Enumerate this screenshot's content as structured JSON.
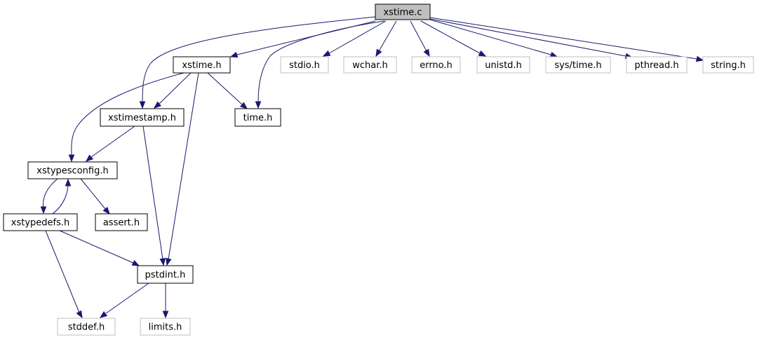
{
  "diagram": {
    "colors": {
      "edge": "#191970",
      "root_fill": "#bfbfbf",
      "documented_border": "#000000",
      "undocumented_border": "#bfbfbf",
      "text": "#000000"
    },
    "nodes": [
      {
        "id": "xstime_c",
        "label": "xstime.c",
        "style": "root"
      },
      {
        "id": "xstime_h",
        "label": "xstime.h",
        "style": "documented"
      },
      {
        "id": "stdio_h",
        "label": "stdio.h",
        "style": "undocumented"
      },
      {
        "id": "wchar_h",
        "label": "wchar.h",
        "style": "undocumented"
      },
      {
        "id": "errno_h",
        "label": "errno.h",
        "style": "undocumented"
      },
      {
        "id": "unistd_h",
        "label": "unistd.h",
        "style": "undocumented"
      },
      {
        "id": "sys_time_h",
        "label": "sys/time.h",
        "style": "undocumented"
      },
      {
        "id": "pthread_h",
        "label": "pthread.h",
        "style": "undocumented"
      },
      {
        "id": "string_h",
        "label": "string.h",
        "style": "undocumented"
      },
      {
        "id": "xstimestamp_h",
        "label": "xstimestamp.h",
        "style": "documented"
      },
      {
        "id": "time_h",
        "label": "time.h",
        "style": "documented"
      },
      {
        "id": "xstypesconfig_h",
        "label": "xstypesconfig.h",
        "style": "documented"
      },
      {
        "id": "xstypedefs_h",
        "label": "xstypedefs.h",
        "style": "documented"
      },
      {
        "id": "assert_h",
        "label": "assert.h",
        "style": "documented"
      },
      {
        "id": "pstdint_h",
        "label": "pstdint.h",
        "style": "documented"
      },
      {
        "id": "stddef_h",
        "label": "stddef.h",
        "style": "undocumented"
      },
      {
        "id": "limits_h",
        "label": "limits.h",
        "style": "undocumented"
      }
    ],
    "edges": [
      {
        "from": "xstime_c",
        "to": "xstime_h"
      },
      {
        "from": "xstime_c",
        "to": "xstimestamp_h"
      },
      {
        "from": "xstime_c",
        "to": "time_h"
      },
      {
        "from": "xstime_c",
        "to": "stdio_h"
      },
      {
        "from": "xstime_c",
        "to": "wchar_h"
      },
      {
        "from": "xstime_c",
        "to": "errno_h"
      },
      {
        "from": "xstime_c",
        "to": "unistd_h"
      },
      {
        "from": "xstime_c",
        "to": "sys_time_h"
      },
      {
        "from": "xstime_c",
        "to": "pthread_h"
      },
      {
        "from": "xstime_c",
        "to": "string_h"
      },
      {
        "from": "xstime_h",
        "to": "xstypesconfig_h"
      },
      {
        "from": "xstime_h",
        "to": "xstimestamp_h"
      },
      {
        "from": "xstime_h",
        "to": "time_h"
      },
      {
        "from": "xstime_h",
        "to": "pstdint_h"
      },
      {
        "from": "xstimestamp_h",
        "to": "xstypesconfig_h"
      },
      {
        "from": "xstimestamp_h",
        "to": "pstdint_h"
      },
      {
        "from": "xstypesconfig_h",
        "to": "xstypedefs_h"
      },
      {
        "from": "xstypesconfig_h",
        "to": "assert_h"
      },
      {
        "from": "xstypedefs_h",
        "to": "xstypesconfig_h"
      },
      {
        "from": "xstypedefs_h",
        "to": "pstdint_h"
      },
      {
        "from": "xstypedefs_h",
        "to": "stddef_h"
      },
      {
        "from": "pstdint_h",
        "to": "stddef_h"
      },
      {
        "from": "pstdint_h",
        "to": "limits_h"
      }
    ]
  }
}
